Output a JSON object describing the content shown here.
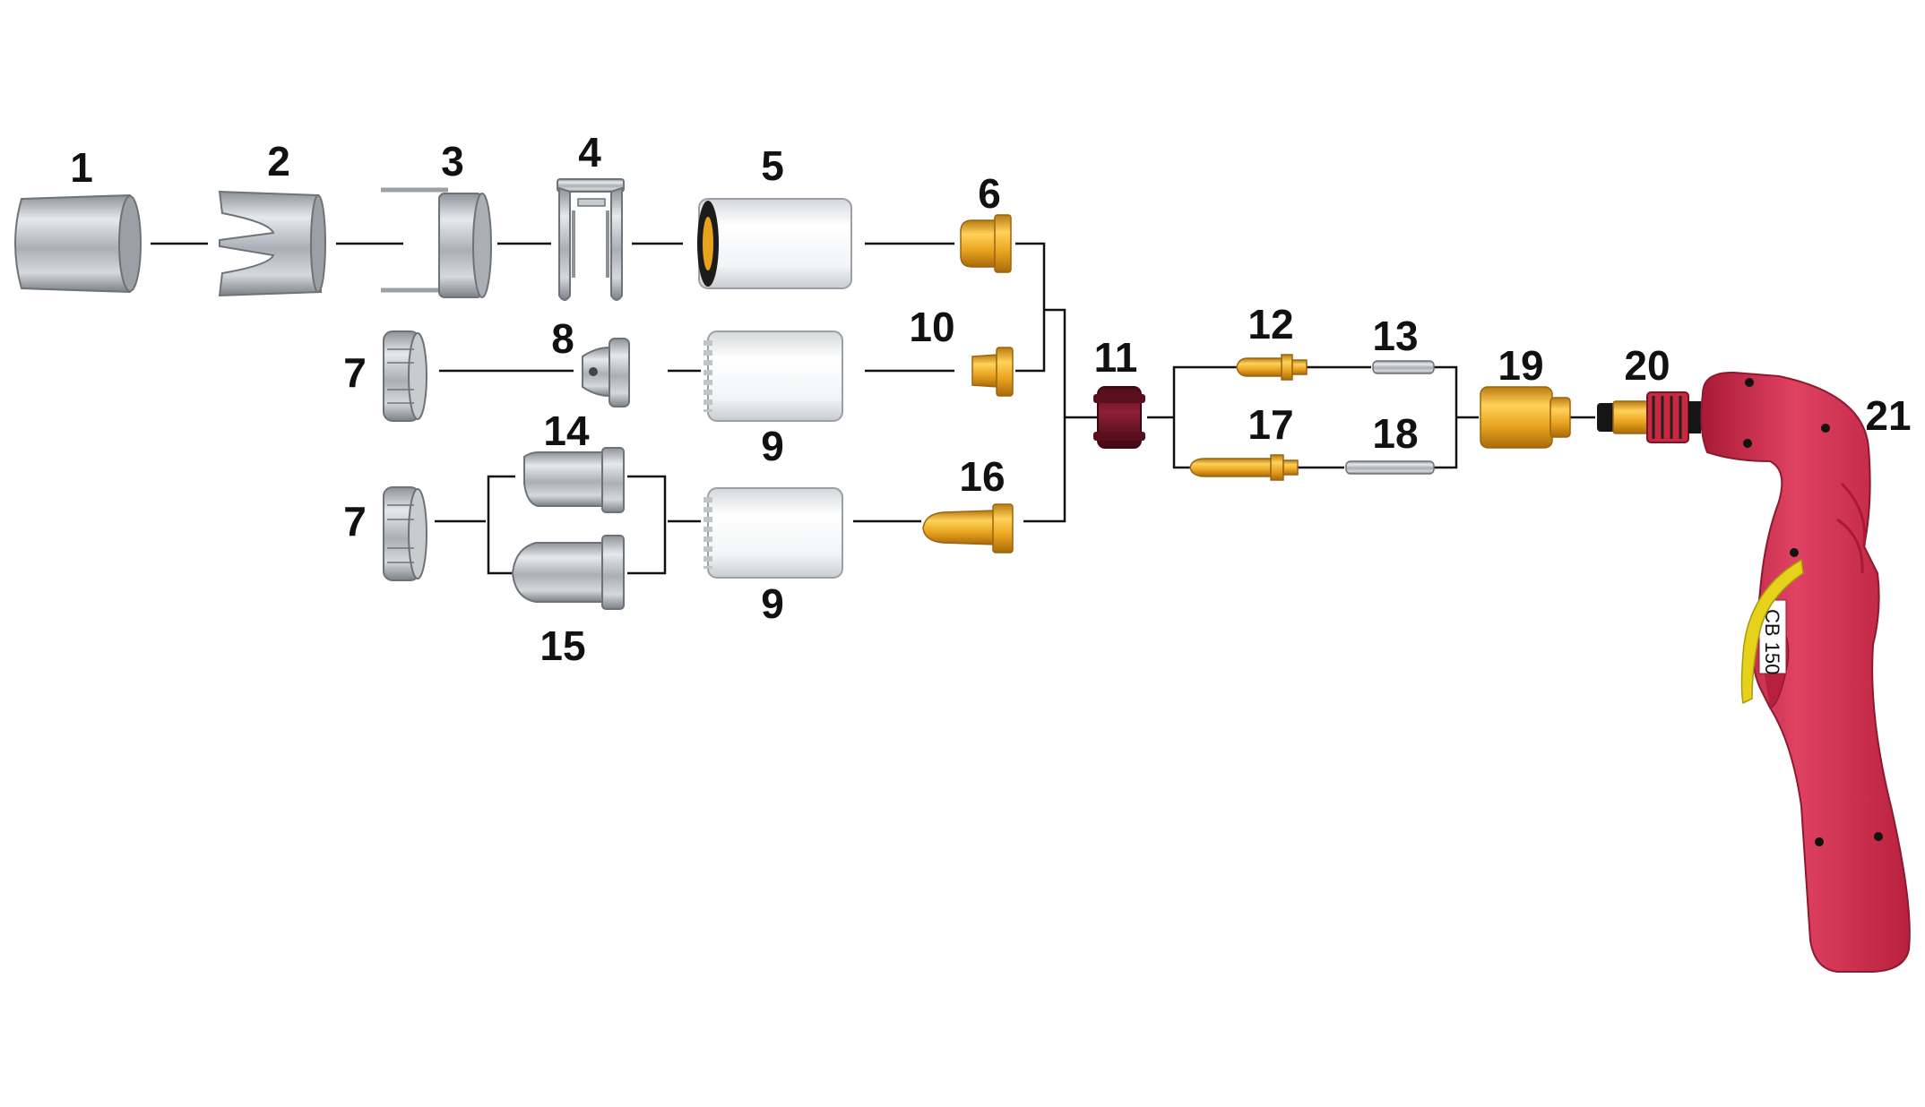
{
  "diagram": {
    "part_numbers": {
      "p1": "1",
      "p2": "2",
      "p3": "3",
      "p4": "4",
      "p5": "5",
      "p6": "6",
      "p7a": "7",
      "p7b": "7",
      "p8": "8",
      "p9a": "9",
      "p9b": "9",
      "p10": "10",
      "p11": "11",
      "p12": "12",
      "p13": "13",
      "p14": "14",
      "p15": "15",
      "p16": "16",
      "p17": "17",
      "p18": "18",
      "p19": "19",
      "p20": "20",
      "p21": "21"
    },
    "torch_label": "CB 150",
    "colors": {
      "silver": "#b9bec4",
      "white_part": "#f4f6f8",
      "brass": "#e8a21e",
      "dark_red": "#7a1428",
      "torch_red": "#d2314f",
      "trigger_yellow": "#e6d21a",
      "line": "#111111"
    }
  }
}
